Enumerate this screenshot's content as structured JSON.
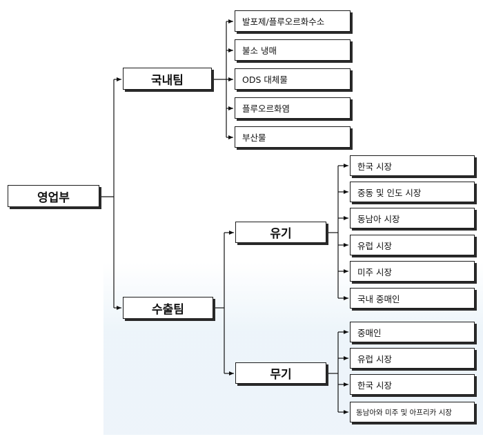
{
  "root": {
    "label": "영업부"
  },
  "domestic": {
    "label": "국내팀",
    "items": [
      "발포제/플루오르화수소",
      "불소 냉매",
      "ODS 대체물",
      "플루오르화염",
      "부산물"
    ]
  },
  "export": {
    "label": "수출팀",
    "organic": {
      "label": "유기",
      "items": [
        "한국 시장",
        "중동 및 인도 시장",
        "동남아 시장",
        "유럽 시장",
        "미주 시장",
        "국내 중매인"
      ]
    },
    "inorganic": {
      "label": "무기",
      "items": [
        "중매인",
        "유럽 시장",
        "한국 시장",
        "동남아와 미주 및 아프리카 시장"
      ]
    }
  }
}
